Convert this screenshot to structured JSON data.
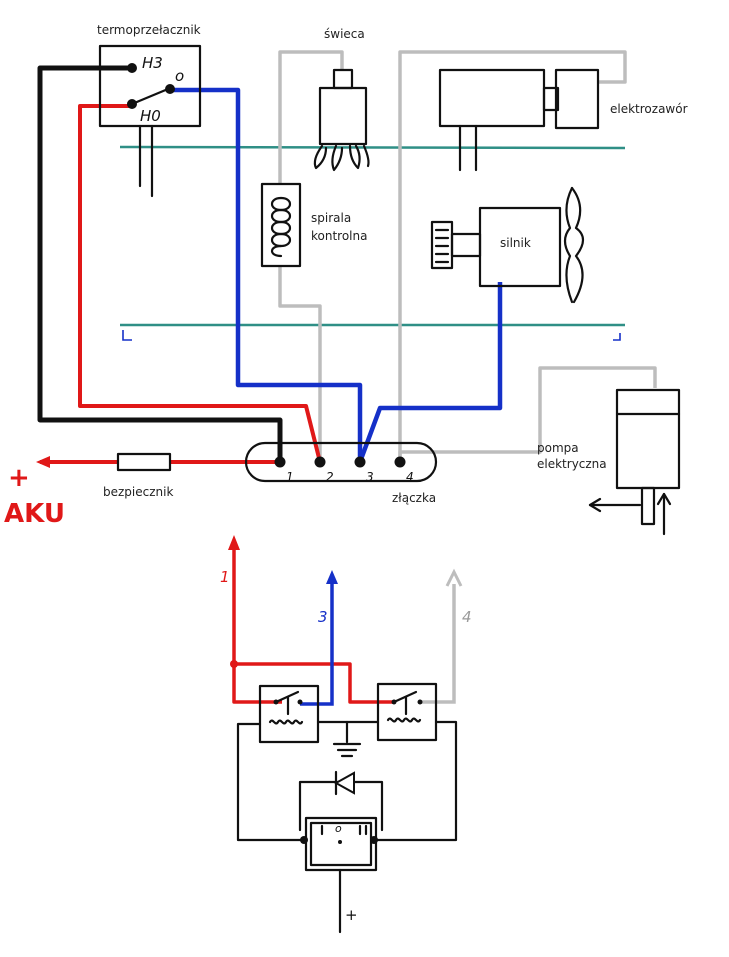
{
  "colors": {
    "red": "#e01818",
    "blue": "#1530c8",
    "gray": "#bdbdbd",
    "black": "#111111",
    "teal": "#2f8f86"
  },
  "labels": {
    "thermoswitch": "termoprzełacznik",
    "nc": "H3",
    "no": "H0",
    "out": "o",
    "glow_plug": "świeca",
    "solenoid_valve": "elektrozawór",
    "control_coil_1": "spirala",
    "control_coil_2": "kontrolna",
    "motor": "silnik",
    "pump_1": "pompa",
    "pump_2": "elektryczna",
    "fuse": "bezpiecznik",
    "connector": "złączka",
    "battery_plus": "+",
    "battery": "AKU",
    "pin_1": "1",
    "pin_2": "2",
    "pin_3": "3",
    "pin_4": "4",
    "lower_1": "1",
    "lower_3": "3",
    "lower_4": "4",
    "switch_mark": "o",
    "lower_plus": "+"
  },
  "icons": [
    "thermoswitch-icon",
    "glow-plug-icon",
    "solenoid-valve-icon",
    "control-coil-icon",
    "motor-icon",
    "fan-icon",
    "pump-icon",
    "fuse-icon",
    "relay-icon",
    "diode-icon",
    "ground-icon",
    "rotary-switch-icon"
  ]
}
